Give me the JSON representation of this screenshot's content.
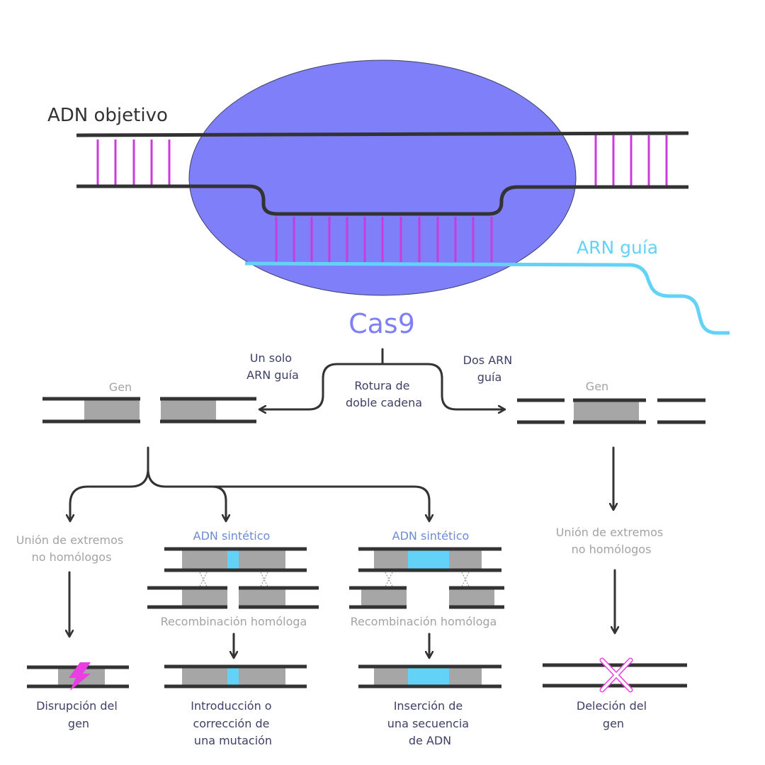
{
  "colors": {
    "cas9": "#7e7ff9",
    "guide_rna": "#62d3f6",
    "base_pairs": "#c83cd9",
    "strand": "#333333",
    "gene": "#a6a6a6",
    "lightning": "#e93ee2"
  },
  "top": {
    "target_dna": "ADN objetivo",
    "guide_rna": "ARN guía",
    "protein": "Cas9"
  },
  "split": {
    "center": [
      "Rotura de",
      "doble cadena"
    ],
    "left": [
      "Un solo",
      "ARN guía"
    ],
    "right": [
      "Dos ARN",
      "guía"
    ]
  },
  "gene_label": "Gen",
  "nhej": [
    "Unión de extremos",
    "no homólogos"
  ],
  "synthetic_dna": "ADN sintético",
  "hr": "Recombinación homóloga",
  "outcomes": {
    "disruption": [
      "Disrupción del",
      "gen"
    ],
    "correction": [
      "Introducción o",
      "corrección de",
      "una mutación"
    ],
    "insertion": [
      "Inserción de",
      "una secuencia",
      "de ADN"
    ],
    "deletion": [
      "Deleción del",
      "gen"
    ]
  },
  "icons": {
    "lightning": "lightning-icon",
    "deletion": "x-mark-icon"
  }
}
